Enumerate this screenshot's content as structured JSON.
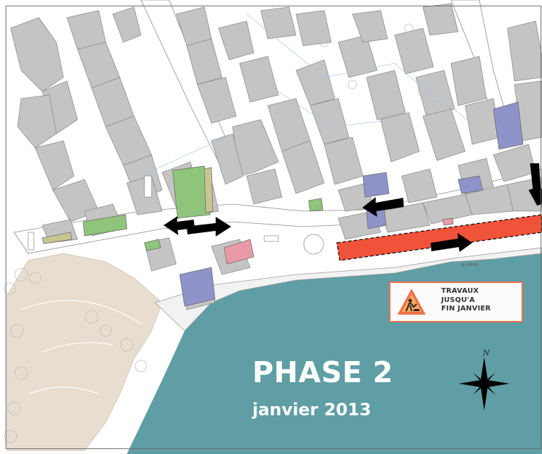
{
  "map": {
    "phase_title": "PHASE 2",
    "phase_subtitle": "janvier 2013",
    "sign": {
      "line1": "TRAVAUX",
      "line2": "JUSQU'A",
      "line3": "FIN JANVIER",
      "icon": "roadworks-warning-icon"
    },
    "compass_label": "N",
    "street_label": "RAMPE"
  },
  "colors": {
    "lake": "#5f9ea4",
    "building": "#c4c4c4",
    "works_zone": "#f0533a",
    "park": "#e9ddd0",
    "sign_border": "#f36e48",
    "public_building": "#8e93c9",
    "green_building": "#8fc57a",
    "arrow": "#000000"
  }
}
